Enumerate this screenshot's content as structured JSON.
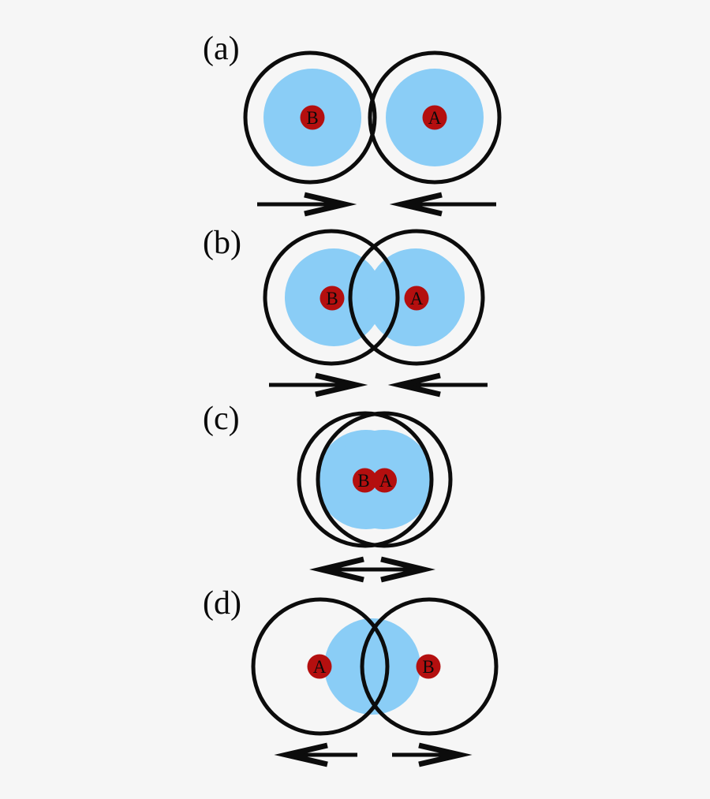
{
  "colors": {
    "background": "#f6f6f6",
    "outline": "#0c0c0c",
    "cloud": "#8acdf6",
    "nucleus": "#b40f0f",
    "label": "#0a0a0a"
  },
  "panels": [
    {
      "label": "(a)",
      "left_nucleus": "B",
      "right_nucleus": "A",
      "arrows": "inward"
    },
    {
      "label": "(b)",
      "left_nucleus": "B",
      "right_nucleus": "A",
      "arrows": "inward"
    },
    {
      "label": "(c)",
      "left_nucleus": "B",
      "right_nucleus": "A",
      "arrows": "bidirectional"
    },
    {
      "label": "(d)",
      "left_nucleus": "A",
      "right_nucleus": "B",
      "arrows": "outward"
    }
  ]
}
